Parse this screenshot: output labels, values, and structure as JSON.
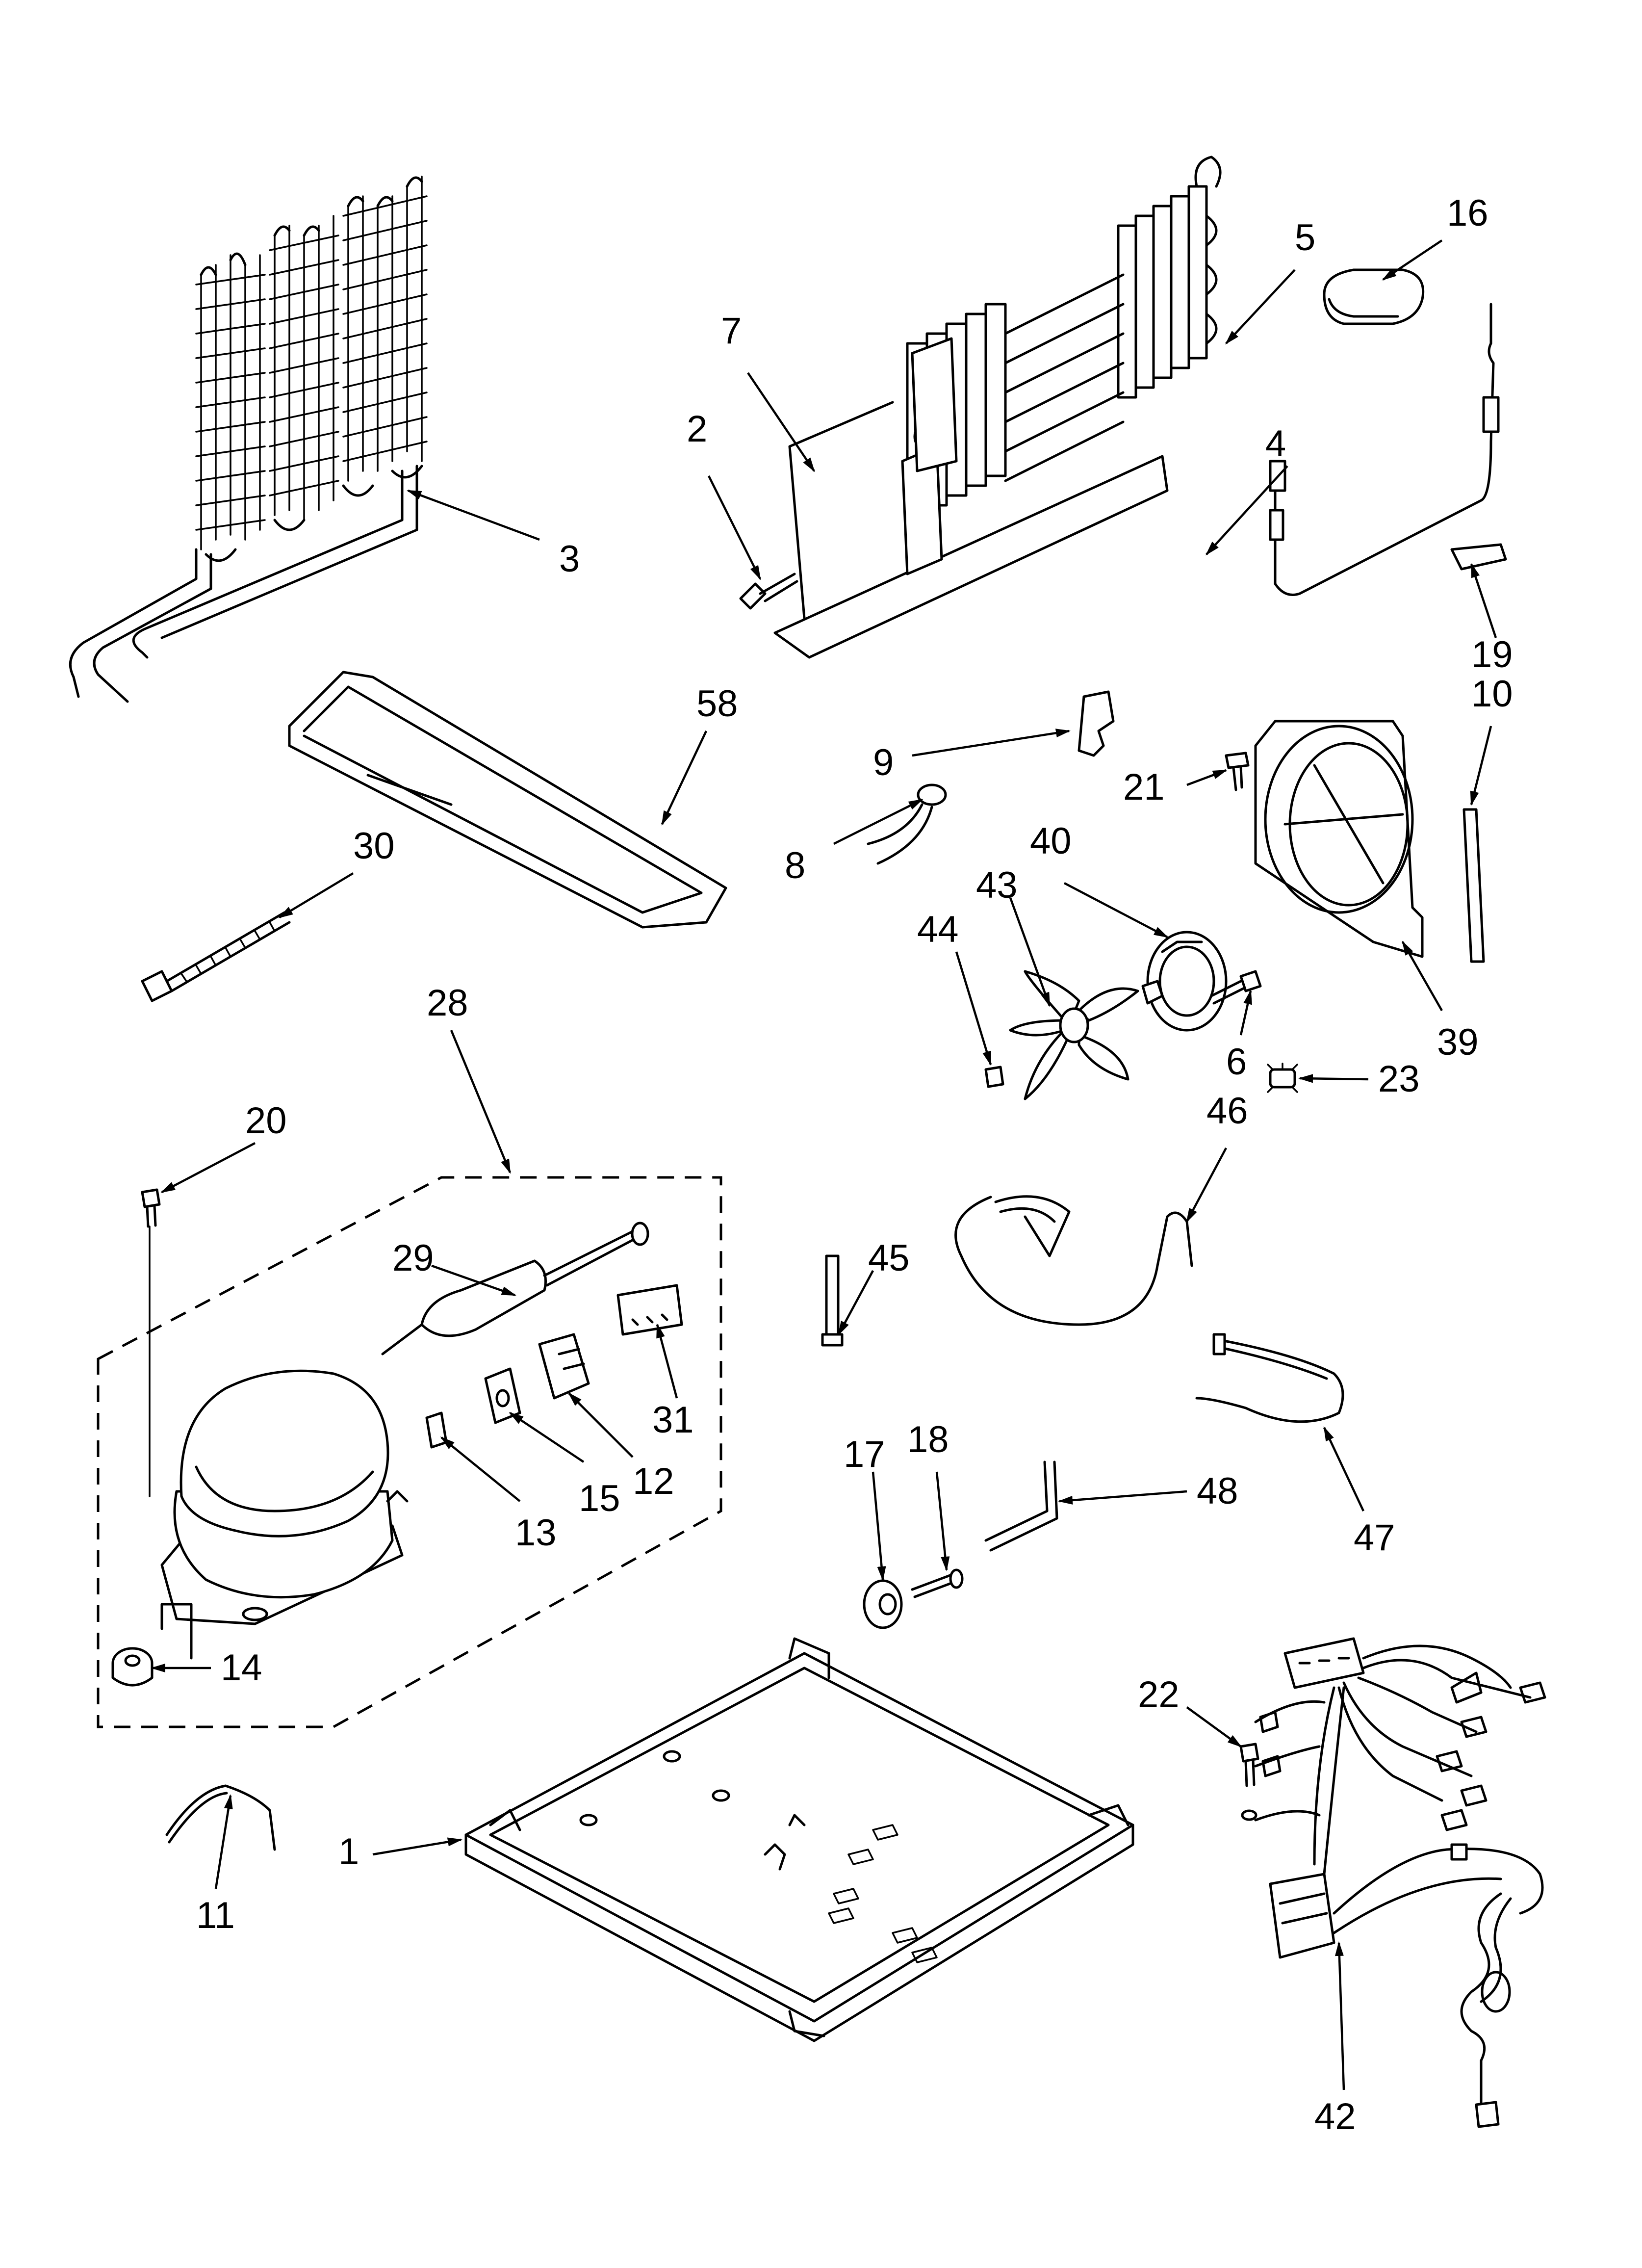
{
  "callouts": [
    {
      "id": "p3",
      "label": "3"
    },
    {
      "id": "p7",
      "label": "7"
    },
    {
      "id": "p2",
      "label": "2"
    },
    {
      "id": "p5",
      "label": "5"
    },
    {
      "id": "p16",
      "label": "16"
    },
    {
      "id": "p4",
      "label": "4"
    },
    {
      "id": "p19",
      "label": "19"
    },
    {
      "id": "p10",
      "label": "10"
    },
    {
      "id": "p58",
      "label": "58"
    },
    {
      "id": "p9",
      "label": "9"
    },
    {
      "id": "p8",
      "label": "8"
    },
    {
      "id": "p21",
      "label": "21"
    },
    {
      "id": "p30",
      "label": "30"
    },
    {
      "id": "p40",
      "label": "40"
    },
    {
      "id": "p43",
      "label": "43"
    },
    {
      "id": "p44",
      "label": "44"
    },
    {
      "id": "p6",
      "label": "6"
    },
    {
      "id": "p39",
      "label": "39"
    },
    {
      "id": "p23",
      "label": "23"
    },
    {
      "id": "p28",
      "label": "28"
    },
    {
      "id": "p20",
      "label": "20"
    },
    {
      "id": "p46",
      "label": "46"
    },
    {
      "id": "p29",
      "label": "29"
    },
    {
      "id": "p45",
      "label": "45"
    },
    {
      "id": "p31",
      "label": "31"
    },
    {
      "id": "p12",
      "label": "12"
    },
    {
      "id": "p15",
      "label": "15"
    },
    {
      "id": "p13",
      "label": "13"
    },
    {
      "id": "p47",
      "label": "47"
    },
    {
      "id": "p17",
      "label": "17"
    },
    {
      "id": "p18",
      "label": "18"
    },
    {
      "id": "p48",
      "label": "48"
    },
    {
      "id": "p14",
      "label": "14"
    },
    {
      "id": "p22",
      "label": "22"
    },
    {
      "id": "p1",
      "label": "1"
    },
    {
      "id": "p11",
      "label": "11"
    },
    {
      "id": "p42",
      "label": "42"
    }
  ]
}
